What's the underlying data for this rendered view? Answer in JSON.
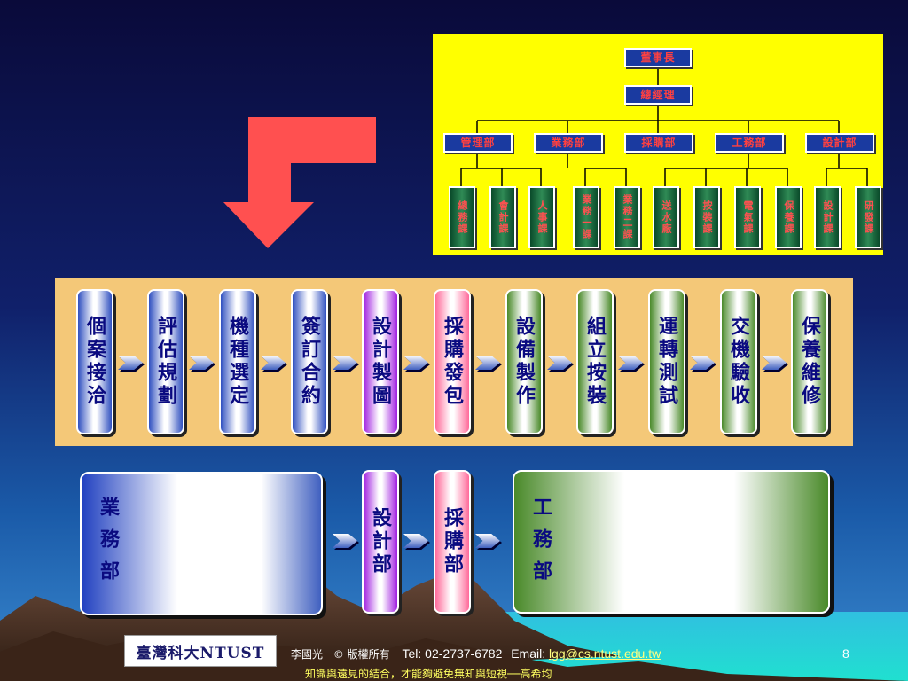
{
  "org_chart": {
    "top": "董事長",
    "second": "總經理",
    "departments": [
      "管理部",
      "業務部",
      "採購部",
      "工務部",
      "設計部"
    ],
    "sections": [
      "總務課",
      "會計課",
      "人事課",
      "業務一課",
      "業務二課",
      "送水廠",
      "按裝課",
      "電氣課",
      "保養課",
      "設計課",
      "研發課"
    ]
  },
  "process_steps": [
    {
      "label": "個案接洽",
      "style": "blue"
    },
    {
      "label": "評估規劃",
      "style": "blue"
    },
    {
      "label": "機種選定",
      "style": "blue"
    },
    {
      "label": "簽訂合約",
      "style": "blue"
    },
    {
      "label": "設計製圖",
      "style": "purple"
    },
    {
      "label": "採購發包",
      "style": "pink"
    },
    {
      "label": "設備製作",
      "style": "green"
    },
    {
      "label": "組立按裝",
      "style": "green"
    },
    {
      "label": "運轉測試",
      "style": "green"
    },
    {
      "label": "交機驗收",
      "style": "green"
    },
    {
      "label": "保養維修",
      "style": "green"
    }
  ],
  "bottom_departments": {
    "sales": "業務部",
    "design": "設計部",
    "purchasing": "採購部",
    "engineering": "工務部"
  },
  "footer": {
    "logo_text": "臺灣科大NTUST",
    "author": "李國光",
    "copyright": "© 版權所有",
    "tel": "Tel: 02-2737-6782",
    "email_label": "Email:",
    "email": "lgg@cs.ntust.edu.tw",
    "page_number": "8",
    "motto": "知識與遠見的結合，才能夠避免無知與短視──高希均"
  },
  "colors": {
    "org_bg": "#ffff00",
    "band_bg": "#f4c878",
    "arrow": "#ff5050"
  },
  "icons": [
    "red-down-arrow-icon",
    "chevron-right-icon"
  ]
}
